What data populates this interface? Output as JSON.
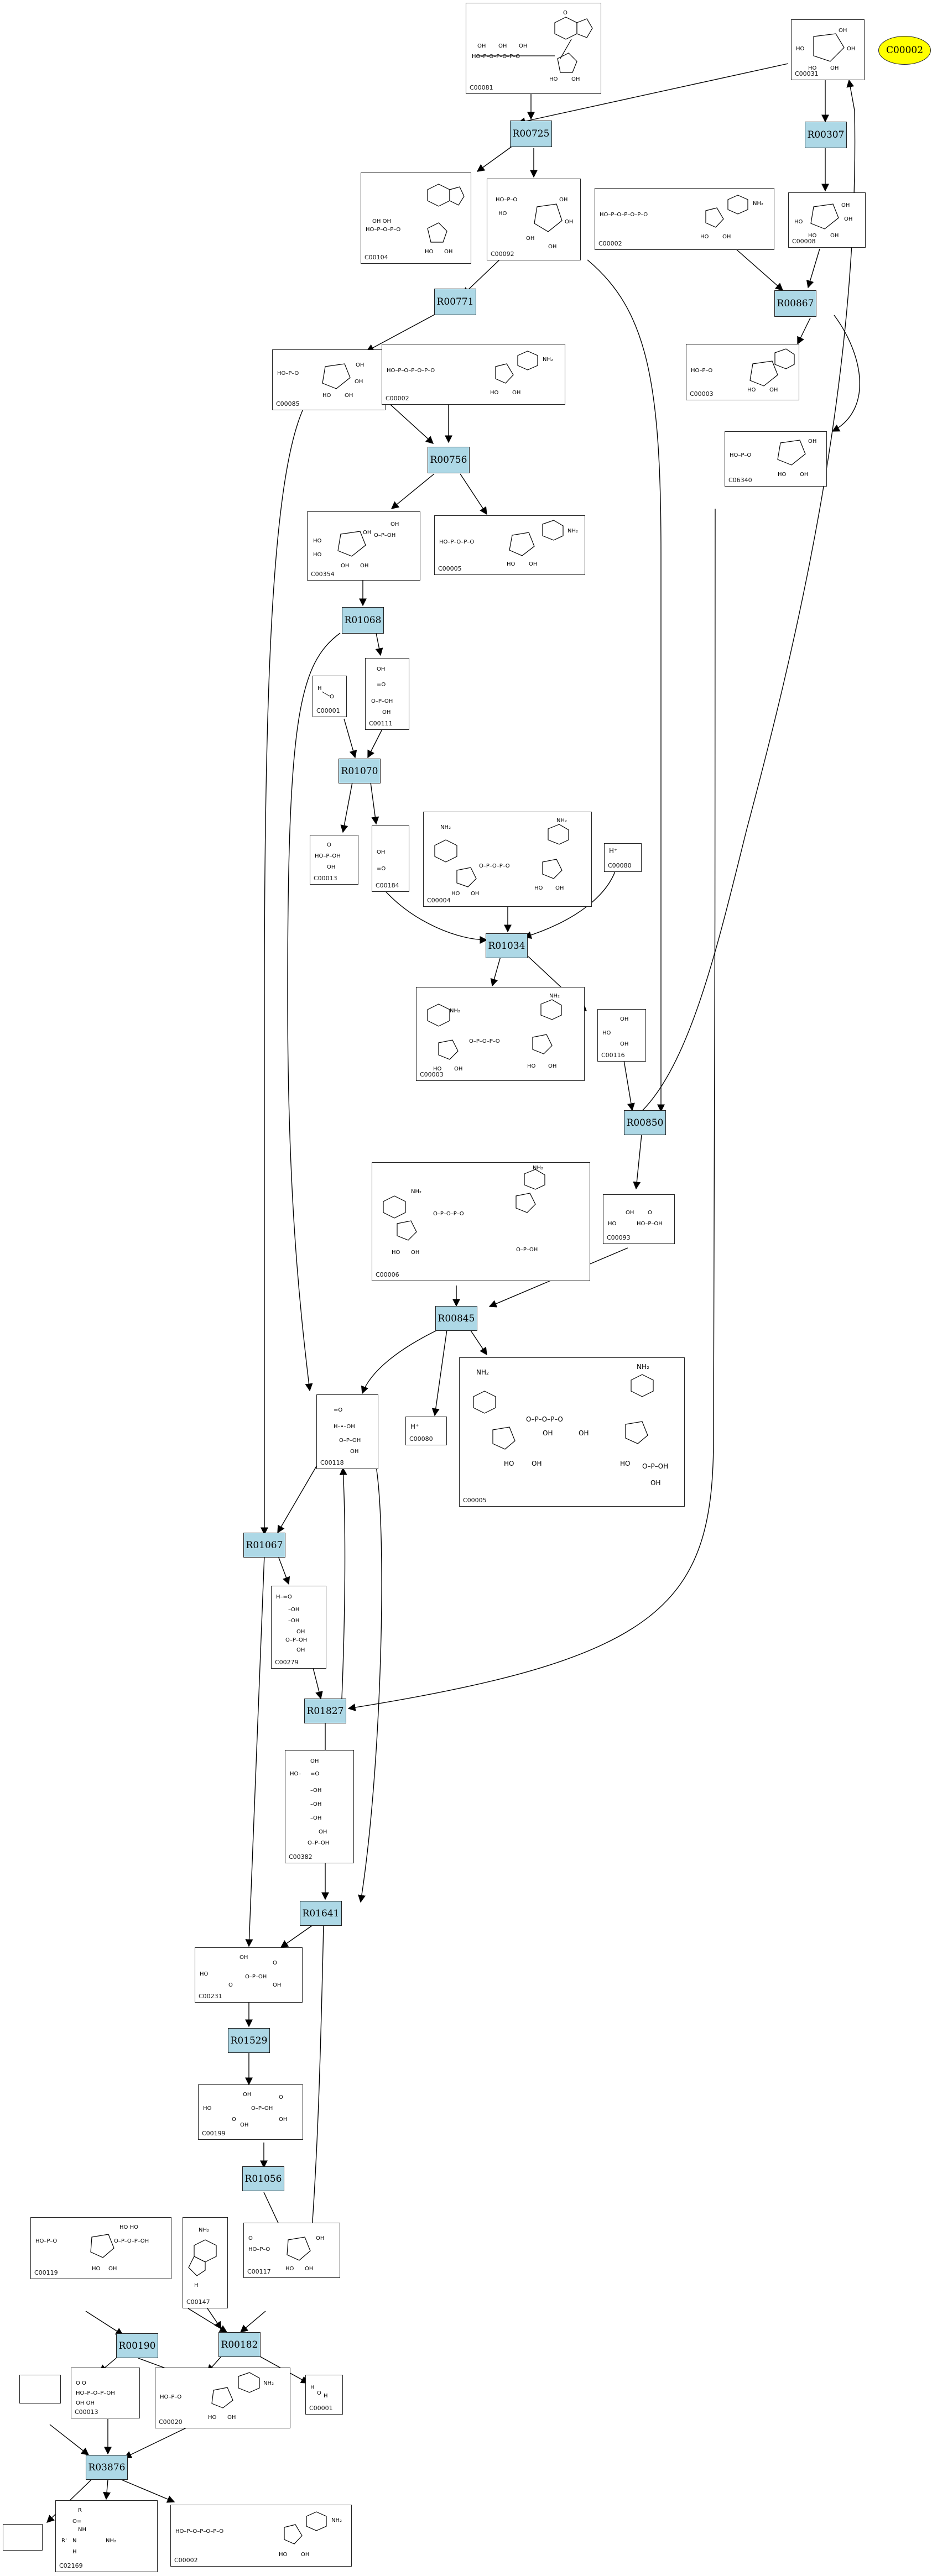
{
  "highlight": {
    "label": "C00002",
    "color": "#ffff00"
  },
  "reaction_color": "#add8e6",
  "reactions": [
    "R00725",
    "R00307",
    "R00771",
    "R00867",
    "R00756",
    "R01068",
    "R01070",
    "R01034",
    "R00850",
    "R00845",
    "R01067",
    "R01827",
    "R01641",
    "R01529",
    "R01056",
    "R00190",
    "R00182",
    "R03876"
  ],
  "compounds": {
    "c1": "C00081",
    "c2": "C00031",
    "c3": "C00104",
    "c4": "C00092",
    "c5": "C00002",
    "c6": "C00008",
    "c7": "C00085",
    "c8": "C00002",
    "c9": "C00003",
    "c10": "C06340",
    "c11": "C00354",
    "c12": "C00005",
    "c13": "C00001",
    "c14": "C00111",
    "c15": "C00013",
    "c16": "C00184",
    "c17": "C00004",
    "c18": "C00080",
    "c19": "C00003",
    "c20": "C00116",
    "c21": "C00006",
    "c22": "C00093",
    "c23": "C00118",
    "c24": "C00080",
    "c25": "C00005",
    "c26": "C00279",
    "c27": "C00382",
    "c28": "C00231",
    "c29": "C00199",
    "c30": "C00119",
    "c31": "C00147",
    "c32": "C00117",
    "c33": "C00013",
    "c34": "C00020",
    "c35": "C00001",
    "c36": "C02169",
    "c37": "C00002"
  },
  "labels": {
    "h_plus": "H⁺"
  }
}
